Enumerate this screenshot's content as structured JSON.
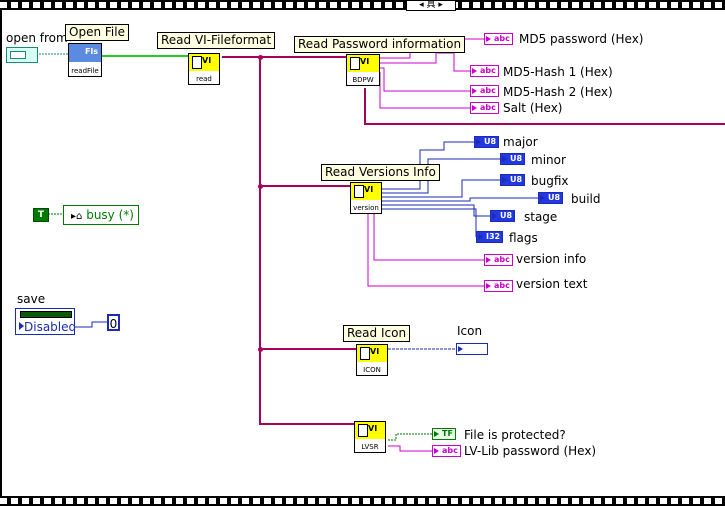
{
  "window": {
    "control_combo": "具",
    "combo_arrow_left": "◂",
    "combo_arrow_right": "▸"
  },
  "inputs": {
    "path_label": "open from",
    "true_const": "T",
    "busy_label": "busy (*)",
    "save_label": "save",
    "save_value": "Disabled",
    "numeric_const": "0"
  },
  "subvis": {
    "open_file": {
      "tip": "Open File",
      "icon_text": "Fls",
      "name": "readFile"
    },
    "read_fileformat": {
      "tip": "Read VI-Fileformat",
      "icon_text": "VI",
      "name": "read"
    },
    "read_password": {
      "tip": "Read Password information",
      "icon_text": "VI",
      "name": "BDPW"
    },
    "read_versions": {
      "tip": "Read Versions Info",
      "icon_text": "VI",
      "name": "version"
    },
    "read_icon": {
      "tip": "Read Icon",
      "icon_text": "VI",
      "name": "ICON"
    },
    "lvsr": {
      "icon_text": "VI",
      "name": "LVSR"
    }
  },
  "indicators": [
    {
      "type": "abc",
      "label": "MD5 password (Hex)"
    },
    {
      "type": "abc",
      "label": "MD5-Hash 1 (Hex)"
    },
    {
      "type": "abc",
      "label": "MD5-Hash 2 (Hex)"
    },
    {
      "type": "abc",
      "label": "Salt (Hex)"
    },
    {
      "type": "U8",
      "label": "major"
    },
    {
      "type": "U8",
      "label": "minor"
    },
    {
      "type": "U8",
      "label": "bugfix"
    },
    {
      "type": "U8",
      "label": "build"
    },
    {
      "type": "U8",
      "label": "stage"
    },
    {
      "type": "I32",
      "label": "flags"
    },
    {
      "type": "abc",
      "label": "version info"
    },
    {
      "type": "abc",
      "label": "version text"
    },
    {
      "type": "pic",
      "label": "Icon"
    },
    {
      "type": "TF",
      "label": "File is protected?"
    },
    {
      "type": "abc",
      "label": "LV-Lib password (Hex)"
    }
  ],
  "colors": {
    "refnum_wire": "#a8005a",
    "string_wire": "#cc00cc",
    "int_wire": "#1b2bb5",
    "bool_wire": "#007a00",
    "path_wire": "#1a8a7a"
  }
}
